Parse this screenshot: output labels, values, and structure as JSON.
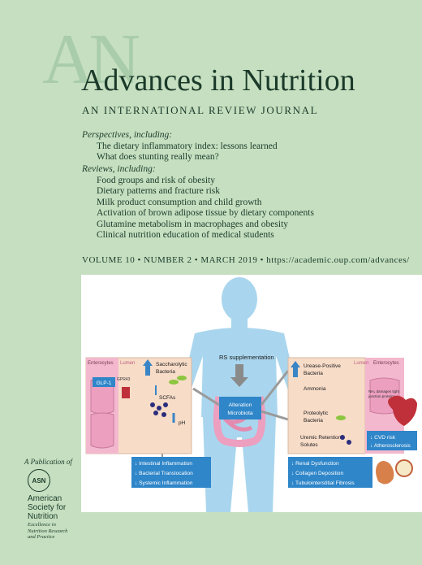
{
  "journal": {
    "logo_letters": "AN",
    "title": "Advances in Nutrition",
    "subtitle": "AN INTERNATIONAL REVIEW JOURNAL"
  },
  "perspectives": {
    "heading": "Perspectives, including:",
    "items": [
      "The dietary inflammatory index: lessons learned",
      "What does stunting really mean?"
    ]
  },
  "reviews": {
    "heading": "Reviews, including:",
    "items": [
      "Food groups and risk of obesity",
      "Dietary patterns and fracture risk",
      "Milk product consumption and child growth",
      "Activation of brown adipose tissue by dietary components",
      "Glutamine metabolism in macrophages and obesity",
      "Clinical nutrition education of medical students"
    ]
  },
  "issue_line": "VOLUME 10 • NUMBER 2 • MARCH 2019 • https://academic.oup.com/advances/",
  "figure": {
    "rs_supplementation": "RS supplementation",
    "alteration": "Alteration",
    "microbiota": "Microbiota",
    "left": {
      "enterocytes": "Enterocytes",
      "lumen": "Lumen",
      "glp1": "GLP-1",
      "gpr43": "GPR43",
      "saccharolytic1": "Saccharolytic",
      "saccharolytic2": "Bacteria",
      "scfas": "SCFAs",
      "ph": "pH",
      "outcomes": [
        "↓ Intestinal Inflammation",
        "↓ Bacterial Translocation",
        "↓ Systemic Inflammation"
      ]
    },
    "right": {
      "lumen": "Lumen",
      "enterocytes": "Enterocytes",
      "urease1": "Urease-Positive",
      "urease2": "Bacteria",
      "ammonia": "Ammonia",
      "nh4_1": "NH₄ damages tight",
      "nh4_2": "junction proteins",
      "proteolytic1": "Proteolytic",
      "proteolytic2": "Bacteria",
      "uremic1": "Uremic Retention",
      "uremic2": "Solutes",
      "cvd1": "↓ CVD risk",
      "cvd2": "↓ Atherosclerosis",
      "outcomes": [
        "↓ Renal Dysfunction",
        "↓ Collagen Deposition",
        "↓ Tubulointerstitial Fibrosis"
      ]
    },
    "colors": {
      "body": "#a9d6ee",
      "panel": "#f7dcc8",
      "outcome": "#2f86c9",
      "intestine": "#ec9fbf",
      "arrow": "#3a85c6"
    }
  },
  "publisher": {
    "label": "A Publication of",
    "seal": "ASN",
    "name": [
      "American",
      "Society for",
      "Nutrition"
    ],
    "tagline": [
      "Excellence in",
      "Nutrition Research",
      "and Practice"
    ]
  }
}
